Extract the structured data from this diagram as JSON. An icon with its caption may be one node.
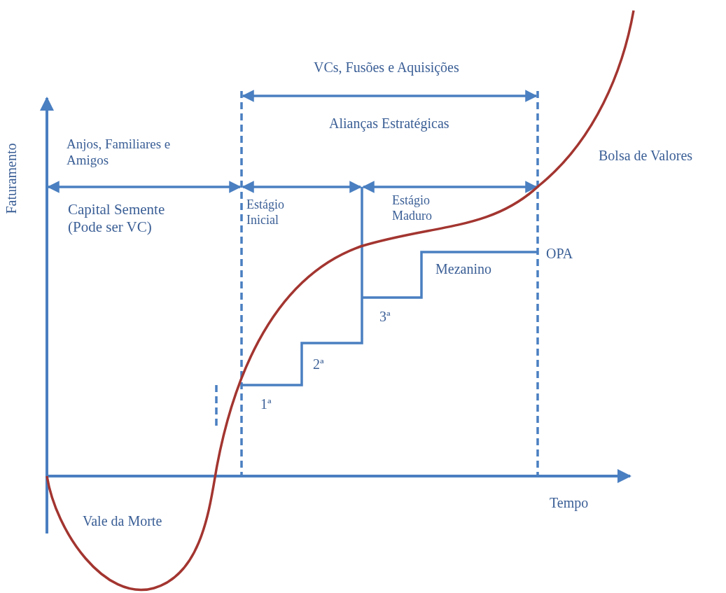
{
  "diagram": {
    "labels": [
      "VCs, Fusões e Aquisições",
      "Alianças Estratégicas",
      "Faturamento",
      "Anjos, Familiares e Amigos",
      "Bolsa de Valores",
      "Capital Semente (Pode ser VC)",
      "Estágio Inicial",
      "Estágio Maduro",
      "OPA",
      "Mezanino",
      "3ª",
      "2ª",
      "1ª",
      "Tempo",
      "Vale da Morte"
    ]
  }
}
